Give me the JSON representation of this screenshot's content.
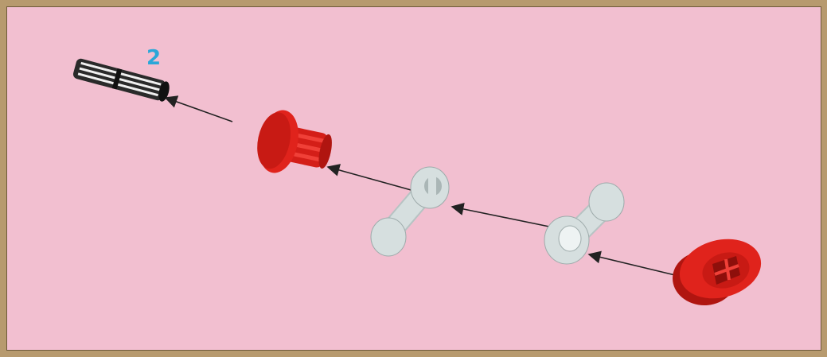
{
  "instruction": {
    "step_quantity": "2"
  },
  "colors": {
    "background": "#f2bfd0",
    "frame": "#b79a6e",
    "red_part": "#e0231c",
    "grey_part": "#d6dfdf",
    "black_part": "#2a2a2a",
    "arrow": "#222222",
    "quantity_text": "#2aa7d8"
  },
  "parts": [
    {
      "name": "black-axle-pin",
      "color": "black"
    },
    {
      "name": "red-bush-pin",
      "color": "red"
    },
    {
      "name": "light-grey-crank-1",
      "color": "light-grey"
    },
    {
      "name": "light-grey-crank-2",
      "color": "light-grey"
    },
    {
      "name": "red-hub",
      "color": "red"
    }
  ]
}
